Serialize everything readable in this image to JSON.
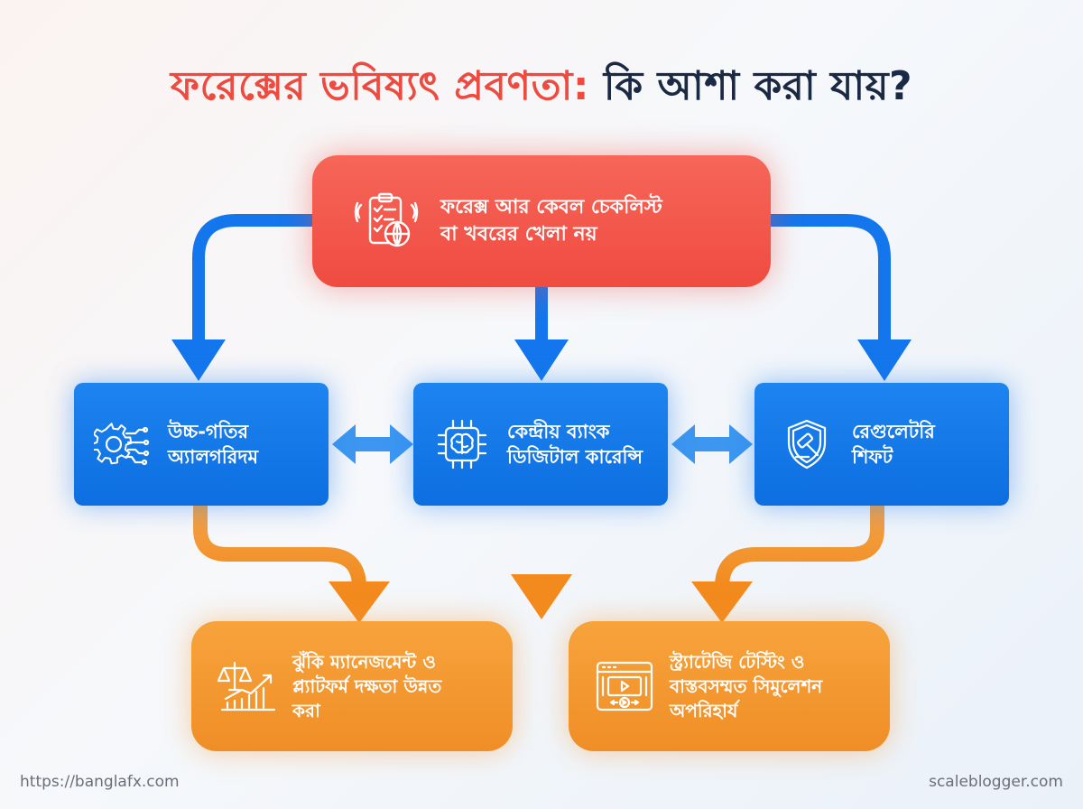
{
  "title": {
    "part1": "ফরেক্সের ভবিষ্যৎ প্রবণতা:",
    "part2": " কি আশা করা যায়?"
  },
  "top_box": {
    "icon": "checklist-globe-icon",
    "line1": "ফরেক্স আর কেবল চেকলিস্ট",
    "line2": "বা খবরের খেলা নয়"
  },
  "middle_boxes": [
    {
      "icon": "gear-circuit-icon",
      "line1": "উচ্চ-গতির",
      "line2": "অ্যালগরিদম"
    },
    {
      "icon": "brain-chip-icon",
      "line1": "কেন্দ্রীয় ব্যাংক",
      "line2": "ডিজিটাল কারেন্সি"
    },
    {
      "icon": "shield-gavel-icon",
      "line1": "রেগুলেটরি",
      "line2": "শিফট"
    }
  ],
  "bottom_boxes": [
    {
      "icon": "scales-growth-chart-icon",
      "line1": "ঝুঁকি ম্যানেজমেন্ট ও",
      "line2": "প্ল্যাটফর্ম দক্ষতা উন্নত",
      "line3": "করা"
    },
    {
      "icon": "video-player-icon",
      "line1": "স্ট্র্যাটেজি টেস্টিং ও",
      "line2": "বাস্তবসম্মত সিমুলেশন",
      "line3": "অপরিহার্য"
    }
  ],
  "footer": {
    "left": "https://banglafx.com",
    "right": "scaleblogger.com"
  },
  "colors": {
    "red": "#ef4b41",
    "blue": "#0f70e6",
    "orange": "#f39228",
    "title_dark": "#1b2a44"
  }
}
